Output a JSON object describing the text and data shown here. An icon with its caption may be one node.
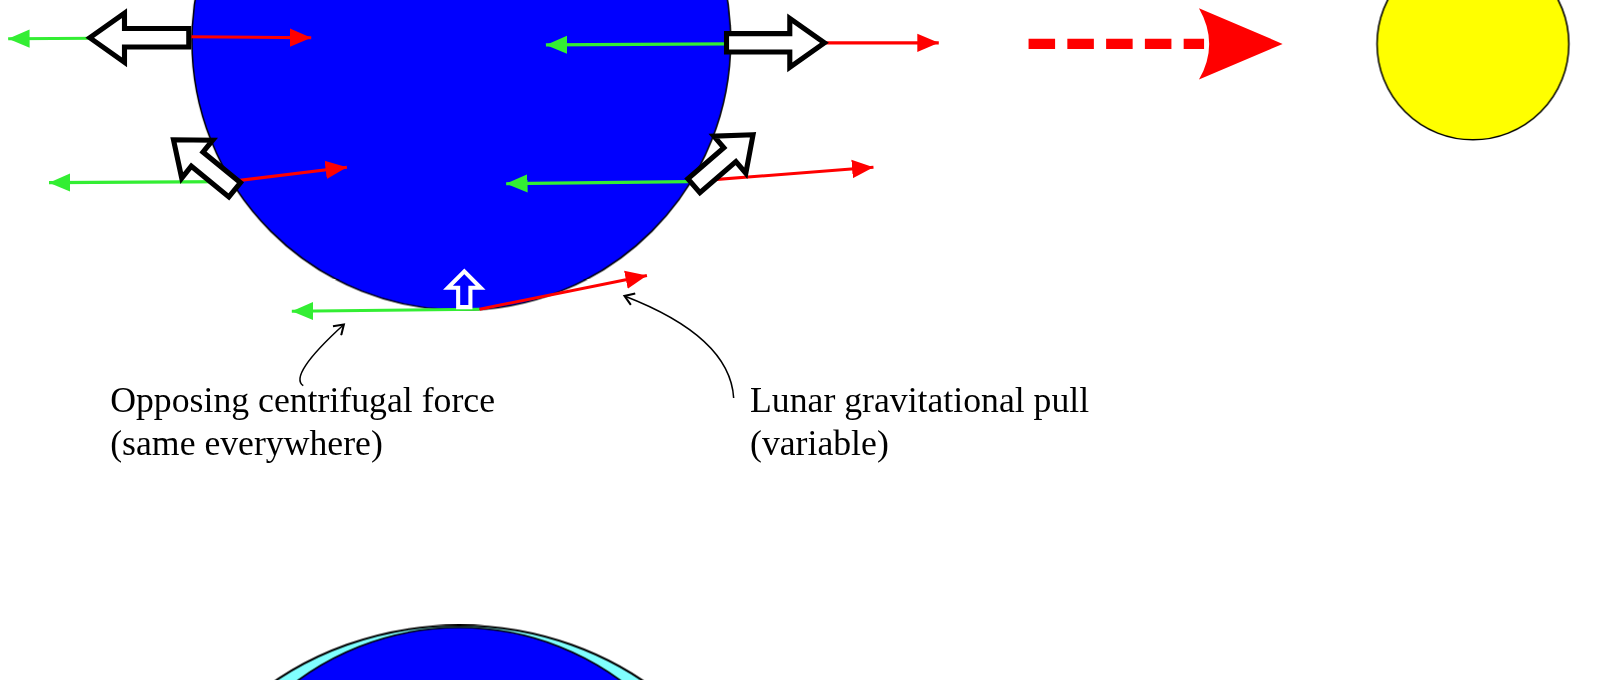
{
  "diagram": {
    "nodes": [
      {
        "text": [],
        "shape": "circle"
      },
      {
        "text": [],
        "shape": "circle"
      },
      {
        "text": [
          "Opposing centrifugal force (same everywhere)"
        ]
      },
      {
        "text": [
          "Lunar gravitational pull (variable)"
        ]
      },
      {
        "text": [],
        "shape": "ellipse"
      },
      {
        "text": [],
        "shape": "circle"
      },
      {
        "text": [],
        "shape": "arrow"
      },
      {
        "text": [],
        "shape": "arrow"
      }
    ],
    "edges": [
      {
        "from": 2,
        "to": 6,
        "arrow": "to"
      },
      {
        "from": 3,
        "to": 7,
        "arrow": "to"
      }
    ]
  }
}
